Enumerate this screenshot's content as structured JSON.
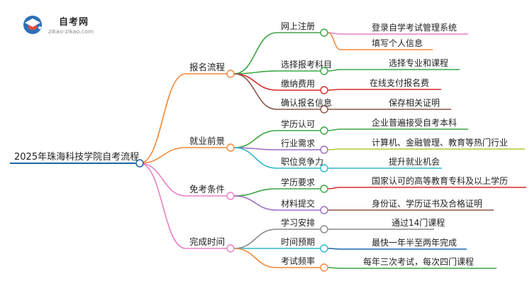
{
  "logo": {
    "title": "自考网",
    "url": "zikao-zikao.com"
  },
  "root": {
    "label": "2025年珠海科技学院自考流程",
    "color": "#1f66a8"
  },
  "branches": [
    {
      "label": "报名流程",
      "color": "#ef8a3c",
      "children": [
        {
          "label": "网上注册",
          "color": "#3da543",
          "leaves": [
            {
              "label": "登录自学考试管理系统",
              "color": "#e780c5"
            },
            {
              "label": "填写个人信息",
              "color": "#ef8a3c"
            }
          ]
        },
        {
          "label": "选择报考科目",
          "color": "#3da543",
          "leaves": [
            {
              "label": "选择专业和课程",
              "color": "#3da543"
            }
          ]
        },
        {
          "label": "缴纳费用",
          "color": "#d62b2b",
          "leaves": [
            {
              "label": "在线支付报名费",
              "color": "#d62b2b"
            }
          ]
        },
        {
          "label": "确认报名信息",
          "color": "#8c5547",
          "leaves": [
            {
              "label": "保存相关证明",
              "color": "#8c5547"
            }
          ]
        }
      ]
    },
    {
      "label": "就业前景",
      "color": "#ef8a3c",
      "children": [
        {
          "label": "学历认可",
          "color": "#3da543",
          "leaves": [
            {
              "label": "企业普遍接受自考本科",
              "color": "#3da543"
            }
          ]
        },
        {
          "label": "行业需求",
          "color": "#9b6bc7",
          "leaves": [
            {
              "label": "计算机、金融管理、教育等热门行业",
              "color": "#b6c93a"
            }
          ]
        },
        {
          "label": "职位竞争力",
          "color": "#31b8cc",
          "leaves": [
            {
              "label": "提升就业机会",
              "color": "#31b8cc"
            }
          ]
        }
      ]
    },
    {
      "label": "免考条件",
      "color": "#e780c5",
      "children": [
        {
          "label": "学历要求",
          "color": "#3da543",
          "leaves": [
            {
              "label": "国家认可的高等教育专科及以上学历",
              "color": "#d62b2b"
            }
          ]
        },
        {
          "label": "材料提交",
          "color": "#9b6bc7",
          "leaves": [
            {
              "label": "身份证、学历证书及合格证明",
              "color": "#8c5547"
            }
          ]
        }
      ]
    },
    {
      "label": "完成时间",
      "color": "#e780c5",
      "children": [
        {
          "label": "学习安排",
          "color": "#8a8a8a",
          "leaves": [
            {
              "label": "通过14门课程",
              "color": "#8a8a8a"
            }
          ]
        },
        {
          "label": "时间预期",
          "color": "#31b8cc",
          "leaves": [
            {
              "label": "最快一年半至两年完成",
              "color": "#1f66a8"
            }
          ]
        },
        {
          "label": "考试频率",
          "color": "#ef8a3c",
          "leaves": [
            {
              "label": "每年三次考试，每次四门课程",
              "color": "#3da543"
            }
          ]
        }
      ]
    }
  ]
}
